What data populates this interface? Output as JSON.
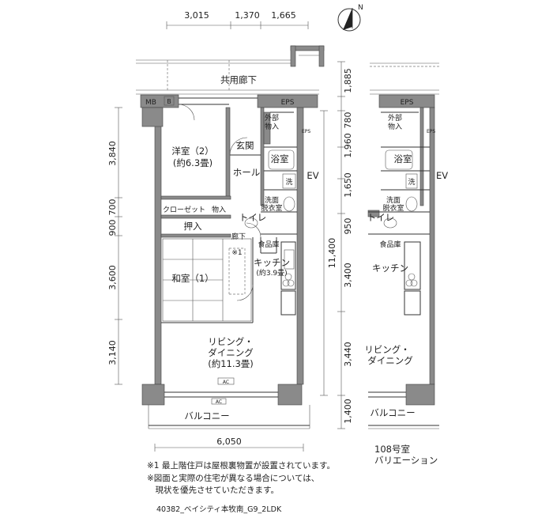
{
  "dimensions": {
    "top": [
      "3,015",
      "1,370",
      "1,665"
    ],
    "left": [
      "3,840",
      "900",
      "700",
      "3,600",
      "3,140"
    ],
    "right_inner": [
      "1,885",
      "780",
      "1,960",
      "1,650",
      "950",
      "3,400",
      "3,440",
      "1,400"
    ],
    "right_total": "11,400",
    "bottom": "6,050"
  },
  "labels": {
    "corridor": "共用廊下",
    "mb": "MB",
    "b": "B",
    "eps": "EPS",
    "eps_small": "EPS",
    "gaibu_line1": "外部",
    "gaibu_line2": "物入",
    "western_room": "洋室（2）",
    "western_room_size": "(約6.3畳)",
    "entrance": "玄関",
    "hall": "ホール",
    "bath": "浴室",
    "ev": "EV",
    "wash": "洗",
    "washroom_line1": "洗面",
    "washroom_line2": "脱衣室",
    "closet": "クローゼット",
    "monoire": "物入",
    "toilet": "トイレ",
    "oshiire": "押入",
    "rouka": "廊下",
    "pantry": "食品庫",
    "note_mark": "※1",
    "kitchen": "キッチン",
    "kitchen_size": "(約3.9畳)",
    "japanese_room": "和室（1）",
    "living_line1": "リビング・",
    "living_line2": "ダイニング",
    "living_size": "(約11.3畳)",
    "ac": "AC",
    "balcony": "バルコニー",
    "variation_living_line1": "リビング・",
    "variation_living_line2": "ダイニング",
    "variation_kitchen": "キッチン",
    "variation_balcony": "バルコニー",
    "variation_caption_line1": "108号室",
    "variation_caption_line2": "バリエーション",
    "north_label": "N"
  },
  "notes": [
    "※1 最上階住戸は屋根裏物置が設置されています。",
    "※図面と実際の住宅が異なる場合については、",
    "　現状を優先させていただきます。"
  ],
  "footer": "40382_ベイシティ本牧南_G9_2LDK"
}
